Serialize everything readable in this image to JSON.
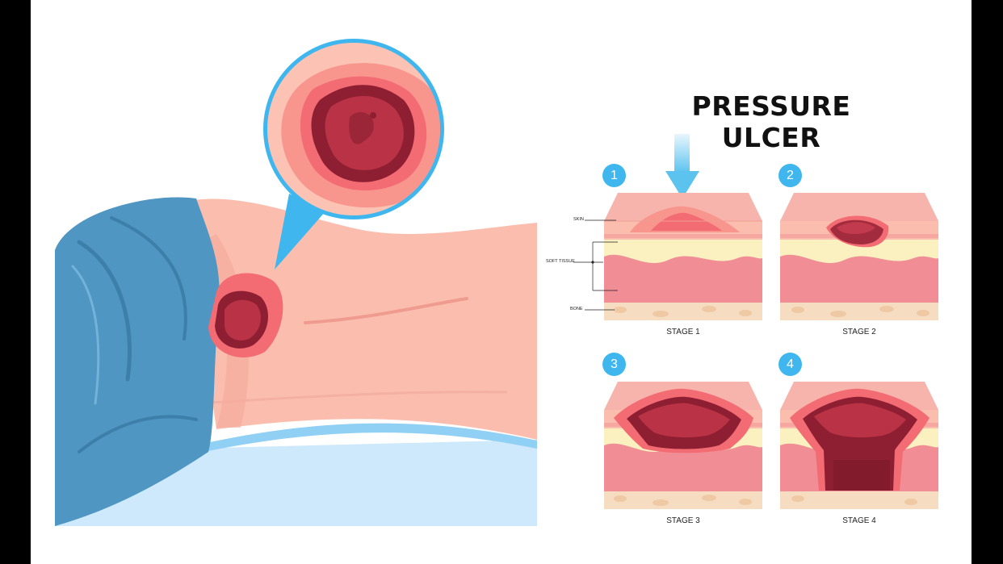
{
  "title": "PRESSURE ULCER",
  "layer_labels": {
    "skin": "SKIN",
    "soft_tissue": "SOFT TISSUE",
    "bone": "BONE"
  },
  "stages": [
    {
      "number": "1",
      "label": "STAGE 1"
    },
    {
      "number": "2",
      "label": "STAGE 2"
    },
    {
      "number": "3",
      "label": "STAGE 3"
    },
    {
      "number": "4",
      "label": "STAGE 4"
    }
  ],
  "colors": {
    "background": "#ffffff",
    "frame": "#000000",
    "accent": "#3fb7ee",
    "blanket": "#4f96c2",
    "bed": "#cde9fb",
    "skin": "#fbbeae",
    "skin_top": "#f7b4ac",
    "fat": "#fbf0c0",
    "muscle": "#f08d95",
    "bone": "#f6dcc0",
    "wound_dark": "#8e1f32",
    "wound": "#b93245",
    "inflamed": "#f36b73"
  },
  "icons": {
    "pressure": "down-arrow-icon",
    "magnifier": "magnifier-circle-icon"
  }
}
